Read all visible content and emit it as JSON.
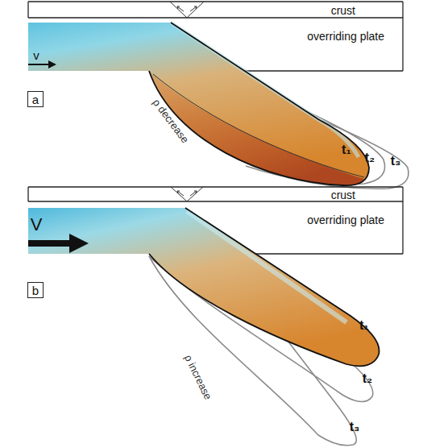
{
  "diagram": {
    "nodes": [
      {
        "text": [
          "crust"
        ]
      },
      {
        "text": [
          "overriding plate"
        ]
      },
      {
        "text": [
          "a"
        ]
      },
      {
        "text": [
          "crust"
        ]
      },
      {
        "text": [
          "overriding plate"
        ]
      },
      {
        "text": [
          "b"
        ]
      }
    ],
    "labels": [
      "v",
      "ρ decrease",
      "t₁",
      "t₂",
      "t₃",
      "V",
      "ρ increase",
      "t₁",
      "t₂",
      "t₃"
    ]
  }
}
